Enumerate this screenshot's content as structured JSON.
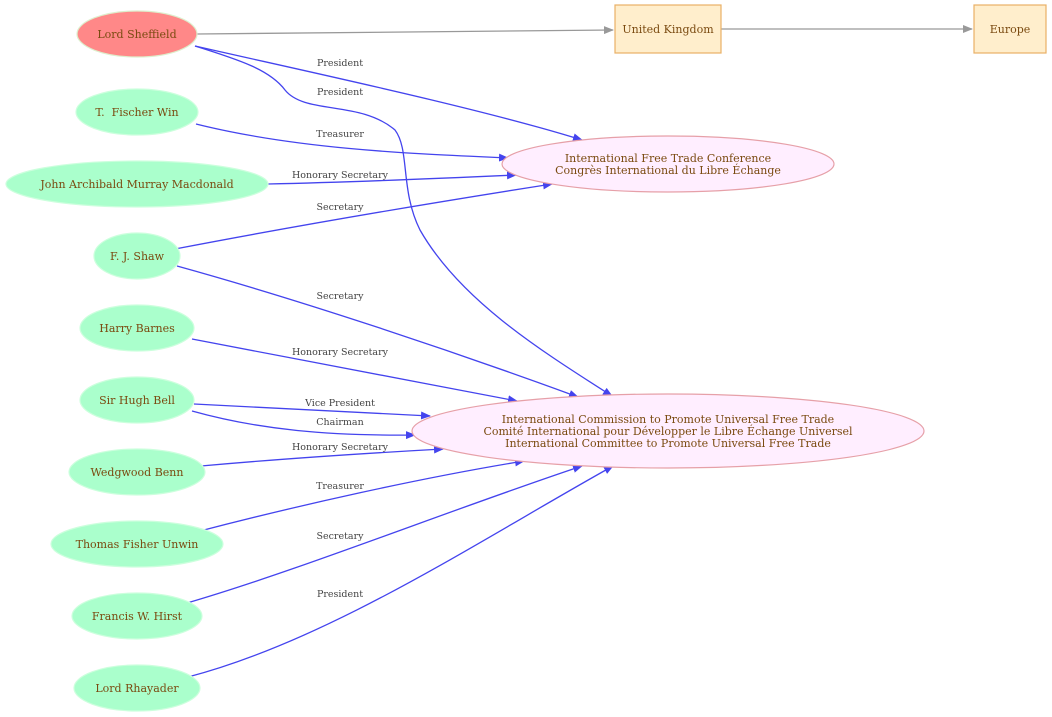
{
  "colors": {
    "person_fill": "#aaffcc",
    "person_stroke": "#ccffdd",
    "highlight_fill": "#ff8888",
    "highlight_stroke": "#ddeecc",
    "org_fill": "#ffeeff",
    "org_stroke": "#e6a0a8",
    "place_fill": "#ffeecc",
    "place_stroke": "#e8b066",
    "relation_edge": "#4444ee",
    "location_edge": "#999999",
    "node_text": "#7a4a10",
    "edge_text": "#444444"
  },
  "nodes": [
    {
      "id": "lord-sheffield",
      "type": "highlight",
      "lines": [
        "Lord Sheffield"
      ]
    },
    {
      "id": "t-fischer-win",
      "type": "person",
      "lines": [
        "T.  Fischer Win"
      ]
    },
    {
      "id": "john-archibald-murray-macdonald",
      "type": "person",
      "lines": [
        "John Archibald Murray Macdonald"
      ]
    },
    {
      "id": "f-j-shaw",
      "type": "person",
      "lines": [
        "F. J. Shaw"
      ]
    },
    {
      "id": "harry-barnes",
      "type": "person",
      "lines": [
        "Harry Barnes"
      ]
    },
    {
      "id": "sir-hugh-bell",
      "type": "person",
      "lines": [
        "Sir Hugh Bell"
      ]
    },
    {
      "id": "wedgwood-benn",
      "type": "person",
      "lines": [
        "Wedgwood Benn"
      ]
    },
    {
      "id": "thomas-fisher-unwin",
      "type": "person",
      "lines": [
        "Thomas Fisher Unwin"
      ]
    },
    {
      "id": "francis-w-hirst",
      "type": "person",
      "lines": [
        "Francis W. Hirst"
      ]
    },
    {
      "id": "lord-rhayader",
      "type": "person",
      "lines": [
        "Lord Rhayader"
      ]
    },
    {
      "id": "united-kingdom",
      "type": "place",
      "lines": [
        "United Kingdom"
      ]
    },
    {
      "id": "europe",
      "type": "place",
      "lines": [
        "Europe"
      ]
    },
    {
      "id": "intl-free-trade-conference",
      "type": "org",
      "lines": [
        "International Free Trade Conference",
        "Congrès International du Libre Échange"
      ]
    },
    {
      "id": "intl-commission-universal-free-trade",
      "type": "org",
      "lines": [
        "International Commission to Promote Universal Free Trade",
        "Comité International pour Développer le Libre Échange Universel",
        "International Committee to Promote Universal Free Trade"
      ]
    }
  ],
  "edges": [
    {
      "from": "lord-sheffield",
      "to": "united-kingdom",
      "kind": "location",
      "label": ""
    },
    {
      "from": "united-kingdom",
      "to": "europe",
      "kind": "location",
      "label": ""
    },
    {
      "from": "lord-sheffield",
      "to": "intl-free-trade-conference",
      "kind": "relation",
      "label": "President"
    },
    {
      "from": "lord-sheffield",
      "to": "intl-commission-universal-free-trade",
      "kind": "relation",
      "label": "President"
    },
    {
      "from": "t-fischer-win",
      "to": "intl-free-trade-conference",
      "kind": "relation",
      "label": "Treasurer"
    },
    {
      "from": "john-archibald-murray-macdonald",
      "to": "intl-free-trade-conference",
      "kind": "relation",
      "label": "Honorary Secretary"
    },
    {
      "from": "f-j-shaw",
      "to": "intl-free-trade-conference",
      "kind": "relation",
      "label": "Secretary"
    },
    {
      "from": "f-j-shaw",
      "to": "intl-commission-universal-free-trade",
      "kind": "relation",
      "label": "Secretary"
    },
    {
      "from": "harry-barnes",
      "to": "intl-commission-universal-free-trade",
      "kind": "relation",
      "label": "Honorary Secretary"
    },
    {
      "from": "sir-hugh-bell",
      "to": "intl-commission-universal-free-trade",
      "kind": "relation",
      "label": "Vice President"
    },
    {
      "from": "sir-hugh-bell",
      "to": "intl-commission-universal-free-trade",
      "kind": "relation",
      "label": "Chairman"
    },
    {
      "from": "wedgwood-benn",
      "to": "intl-commission-universal-free-trade",
      "kind": "relation",
      "label": "Honorary Secretary"
    },
    {
      "from": "thomas-fisher-unwin",
      "to": "intl-commission-universal-free-trade",
      "kind": "relation",
      "label": "Treasurer"
    },
    {
      "from": "francis-w-hirst",
      "to": "intl-commission-universal-free-trade",
      "kind": "relation",
      "label": "Secretary"
    },
    {
      "from": "lord-rhayader",
      "to": "intl-commission-universal-free-trade",
      "kind": "relation",
      "label": "President"
    }
  ]
}
